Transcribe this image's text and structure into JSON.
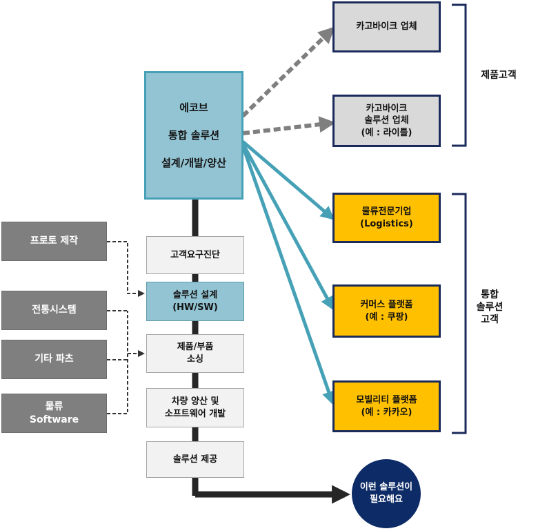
{
  "left_inputs": [
    "프로토 제작",
    "전통시스템",
    "기타 파츠",
    "물류\nSoftware"
  ],
  "main_box": {
    "line1": "에코브",
    "line2": "통합 솔루션",
    "line3": "설계/개발/양산"
  },
  "flow_steps": [
    "고객요구진단",
    "솔루션 설계\n(HW/SW)",
    "제품/부품\n소싱",
    "차량 양산 및\n소프트웨어 개발",
    "솔루션 제공"
  ],
  "right_top": [
    "카고바이크 업체",
    "카고바이크\n솔루션 업체\n(예 : 라이틀)"
  ],
  "right_bottom": [
    "물류전문기업\n(Logistics)",
    "커머스 플랫폼\n(예 :  쿠팡)",
    "모빌리티 플랫폼\n(예 :  카카오)"
  ],
  "labels": {
    "product_customer": "제품고객",
    "integrated_customer": "통합\n솔루션\n고객"
  },
  "result_circle": "이런 솔루션이\n필요해요",
  "colors": {
    "teal": "#46a1b7",
    "navy": "#1a2a5a",
    "yellow": "#ffc000",
    "grey": "#7f7f7f",
    "circle": "#0d2b66"
  }
}
